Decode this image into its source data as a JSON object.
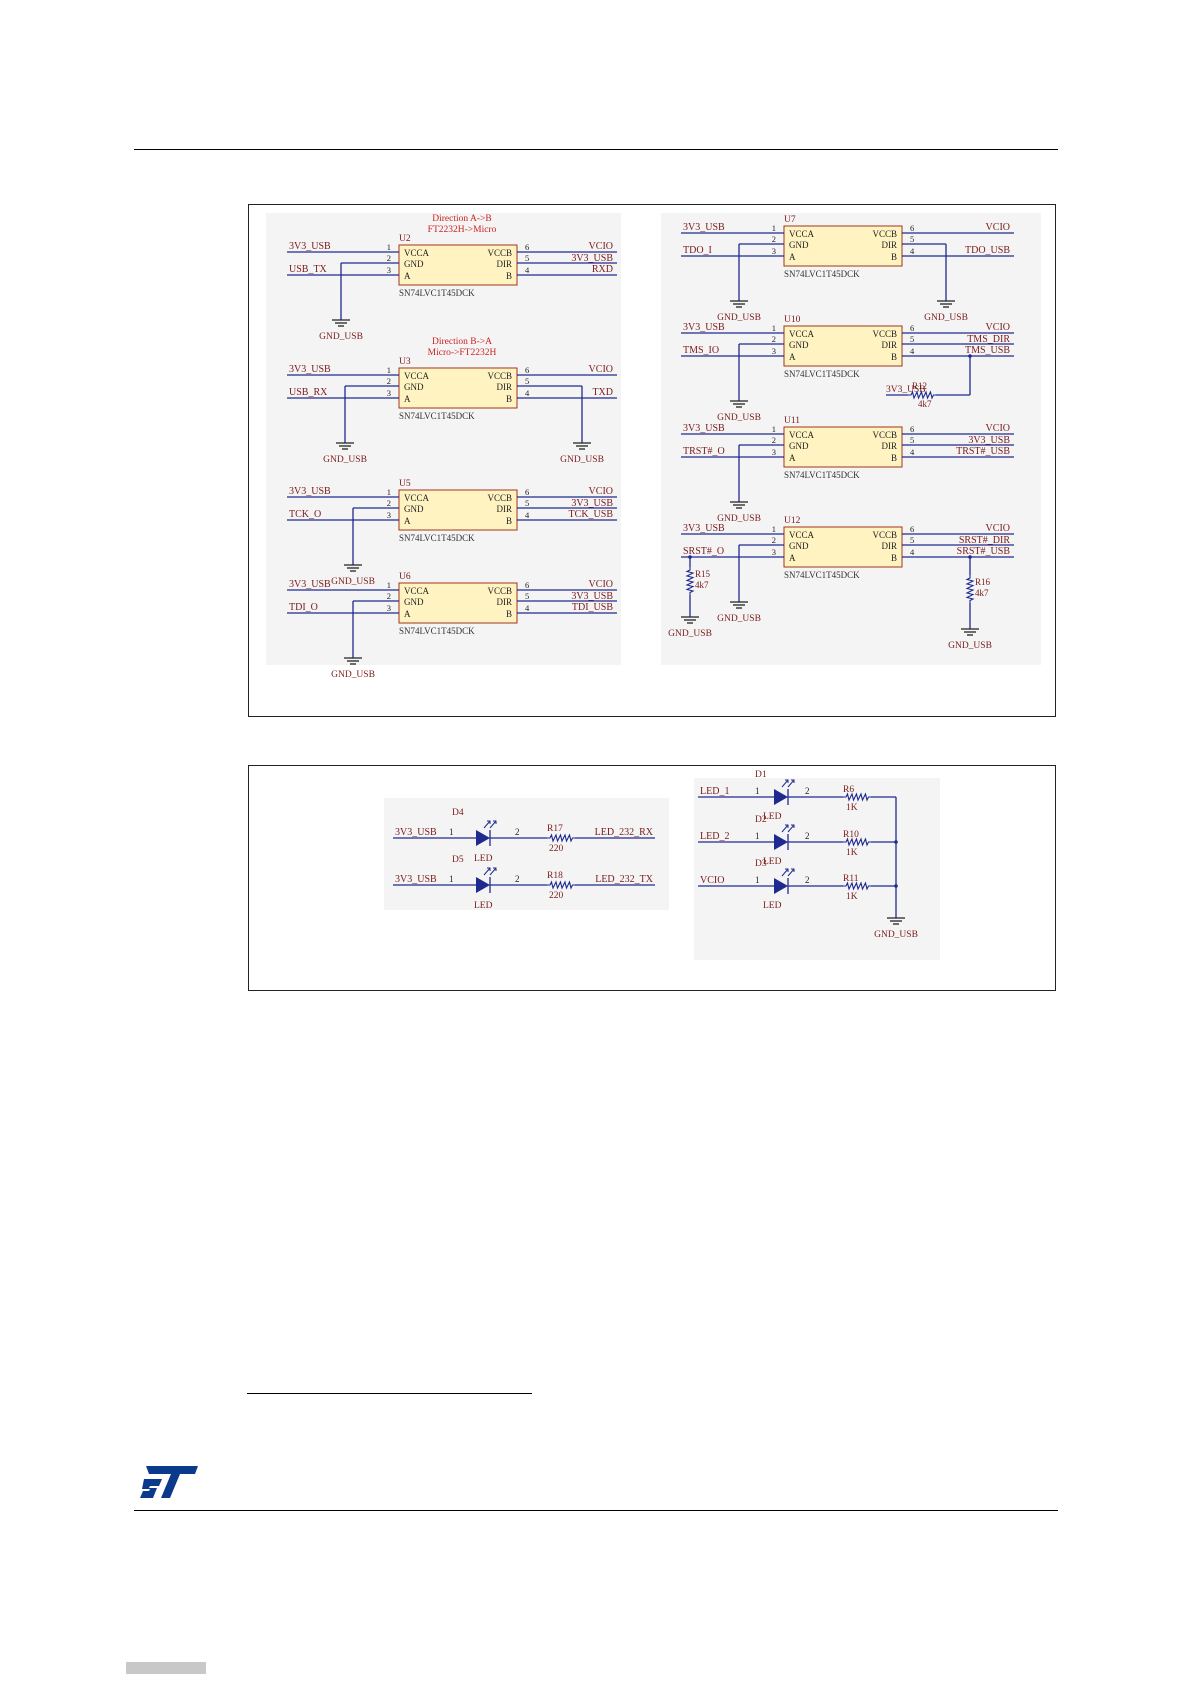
{
  "colors": {
    "wire": "#1f2a8f",
    "net_label": "#7a1a1a",
    "annotation": "#cc2222",
    "ic_fill": "#fff3c2",
    "ic_stroke": "#a0341a",
    "panel_bg": "#f4f4f4",
    "ground": "#222222",
    "led": "#1f2a8f"
  },
  "schematic_top": {
    "left_column": [
      {
        "ref": "U2",
        "part": "SN74LVC1T45DCK",
        "note1": "Direction A->B",
        "note2": "FT2232H->Micro",
        "pins_left": [
          "VCCA",
          "GND",
          "A"
        ],
        "pins_right": [
          "VCCB",
          "DIR",
          "B"
        ],
        "num_left": [
          "1",
          "2",
          "3"
        ],
        "num_right": [
          "6",
          "5",
          "4"
        ],
        "net_l1": "3V3_USB",
        "net_l3": "USB_TX",
        "net_r1": "VCIO",
        "net_r2": "3V3_USB",
        "net_r3": "RXD",
        "gnd": "GND_USB"
      },
      {
        "ref": "U3",
        "part": "SN74LVC1T45DCK",
        "note1": "Direction B->A",
        "note2": "Micro->FT2232H",
        "pins_left": [
          "VCCA",
          "GND",
          "A"
        ],
        "pins_right": [
          "VCCB",
          "DIR",
          "B"
        ],
        "num_left": [
          "1",
          "2",
          "3"
        ],
        "num_right": [
          "6",
          "5",
          "4"
        ],
        "net_l1": "3V3_USB",
        "net_l3": "USB_RX",
        "net_r1": "VCIO",
        "net_r3": "TXD",
        "gnd": "GND_USB",
        "gnd_right": "GND_USB"
      },
      {
        "ref": "U5",
        "part": "SN74LVC1T45DCK",
        "pins_left": [
          "VCCA",
          "GND",
          "A"
        ],
        "pins_right": [
          "VCCB",
          "DIR",
          "B"
        ],
        "num_left": [
          "1",
          "2",
          "3"
        ],
        "num_right": [
          "6",
          "5",
          "4"
        ],
        "net_l1": "3V3_USB",
        "net_l3": "TCK_O",
        "net_r1": "VCIO",
        "net_r2": "3V3_USB",
        "net_r3": "TCK_USB",
        "gnd": "GND_USB"
      },
      {
        "ref": "U6",
        "part": "SN74LVC1T45DCK",
        "pins_left": [
          "VCCA",
          "GND",
          "A"
        ],
        "pins_right": [
          "VCCB",
          "DIR",
          "B"
        ],
        "num_left": [
          "1",
          "2",
          "3"
        ],
        "num_right": [
          "6",
          "5",
          "4"
        ],
        "net_l1": "3V3_USB",
        "net_l3": "TDI_O",
        "net_r1": "VCIO",
        "net_r2": "3V3_USB",
        "net_r3": "TDI_USB",
        "gnd": "GND_USB"
      }
    ],
    "right_column": [
      {
        "ref": "U7",
        "part": "SN74LVC1T45DCK",
        "pins_left": [
          "VCCA",
          "GND",
          "A"
        ],
        "pins_right": [
          "VCCB",
          "DIR",
          "B"
        ],
        "num_left": [
          "1",
          "2",
          "3"
        ],
        "num_right": [
          "6",
          "5",
          "4"
        ],
        "net_l1": "3V3_USB",
        "net_l3": "TDO_I",
        "net_r1": "VCIO",
        "net_r3": "TDO_USB",
        "gnd": "GND_USB",
        "gnd_right": "GND_USB"
      },
      {
        "ref": "U10",
        "part": "SN74LVC1T45DCK",
        "pins_left": [
          "VCCA",
          "GND",
          "A"
        ],
        "pins_right": [
          "VCCB",
          "DIR",
          "B"
        ],
        "num_left": [
          "1",
          "2",
          "3"
        ],
        "num_right": [
          "6",
          "5",
          "4"
        ],
        "net_l1": "3V3_USB",
        "net_l3": "TMS_IO",
        "net_r1": "VCIO",
        "net_r2": "TMS_DIR",
        "net_r3": "TMS_USB",
        "gnd": "GND_USB",
        "resistor": {
          "ref": "R12",
          "value": "4k7",
          "net": "3V3_USB"
        }
      },
      {
        "ref": "U11",
        "part": "SN74LVC1T45DCK",
        "pins_left": [
          "VCCA",
          "GND",
          "A"
        ],
        "pins_right": [
          "VCCB",
          "DIR",
          "B"
        ],
        "num_left": [
          "1",
          "2",
          "3"
        ],
        "num_right": [
          "6",
          "5",
          "4"
        ],
        "net_l1": "3V3_USB",
        "net_l3": "TRST#_O",
        "net_r1": "VCIO",
        "net_r2": "3V3_USB",
        "net_r3": "TRST#_USB",
        "gnd": "GND_USB"
      },
      {
        "ref": "U12",
        "part": "SN74LVC1T45DCK",
        "pins_left": [
          "VCCA",
          "GND",
          "A"
        ],
        "pins_right": [
          "VCCB",
          "DIR",
          "B"
        ],
        "num_left": [
          "1",
          "2",
          "3"
        ],
        "num_right": [
          "6",
          "5",
          "4"
        ],
        "net_l1": "3V3_USB",
        "net_l3": "SRST#_O",
        "net_r1": "VCIO",
        "net_r2": "SRST#_DIR",
        "net_r3": "SRST#_USB",
        "gnd": "GND_USB",
        "r_left": {
          "ref": "R15",
          "value": "4k7",
          "gnd": "GND_USB"
        },
        "r_right": {
          "ref": "R16",
          "value": "4k7",
          "gnd": "GND_USB"
        }
      }
    ]
  },
  "schematic_bottom": {
    "left_leds": [
      {
        "net_in": "3V3_USB",
        "ref": "D4",
        "type": "LED",
        "p1": "1",
        "p2": "2",
        "r_ref": "R17",
        "r_val": "220",
        "net_out": "LED_232_RX"
      },
      {
        "net_in": "3V3_USB",
        "ref": "D5",
        "type": "LED",
        "p1": "1",
        "p2": "2",
        "r_ref": "R18",
        "r_val": "220",
        "net_out": "LED_232_TX"
      }
    ],
    "right_leds": [
      {
        "net_in": "LED_1",
        "ref": "D1",
        "type": "LED",
        "p1": "1",
        "p2": "2",
        "r_ref": "R6",
        "r_val": "1K"
      },
      {
        "net_in": "LED_2",
        "ref": "D2",
        "type": "LED",
        "p1": "1",
        "p2": "2",
        "r_ref": "R10",
        "r_val": "1K"
      },
      {
        "net_in": "VCIO",
        "ref": "D3",
        "type": "LED",
        "p1": "1",
        "p2": "2",
        "r_ref": "R11",
        "r_val": "1K"
      }
    ],
    "right_gnd": "GND_USB"
  },
  "logo_icon": "st-logo"
}
